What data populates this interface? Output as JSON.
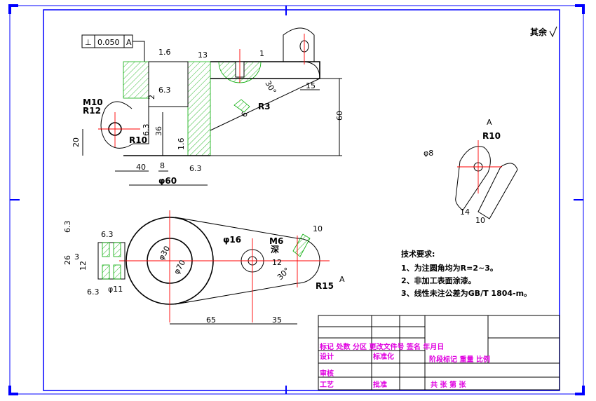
{
  "sheet": {
    "border_color": "#0000ff",
    "geometry_color": "#000000",
    "center_color": "#ff0000",
    "hatch_color": "#00aa00",
    "title_text_color": "#e000e0"
  },
  "surface_note": "其余",
  "tolerance_frame": {
    "symbol": "⊥",
    "value": "0.050",
    "datum": "A"
  },
  "front_view": {
    "roughness": [
      "1.6",
      "6.3",
      "6.3",
      "1.6",
      "6.3"
    ],
    "labels": {
      "m10": "M10",
      "r12": "R12",
      "r10": "R10",
      "r3": "R3"
    },
    "dims": {
      "d2": "2",
      "d36": "36",
      "d20": "20",
      "d40": "40",
      "d8": "8",
      "d60v": "60",
      "d15": "15",
      "d6": "6",
      "d30": "30°",
      "dia60": "φ60",
      "d1": "1",
      "d13": "13"
    }
  },
  "aux_view": {
    "datum": "A",
    "r10": "R10",
    "dia": "φ8",
    "d14": "14",
    "d10": "10"
  },
  "top_view": {
    "roughness": [
      "6.3",
      "6.3",
      "6.3"
    ],
    "dims": {
      "d26": "26",
      "d3": "3",
      "d12": "12",
      "dia11": "φ11",
      "dia16": "φ16",
      "m6": "M6",
      "thread": "深",
      "d12b": "12",
      "d30": "30°",
      "d10": "10",
      "r15": "R15",
      "datum": "A",
      "d65": "65",
      "d35": "35",
      "dia70": "φ70",
      "dia30": "φ30"
    }
  },
  "tech_req": {
    "title": "技术要求:",
    "items": [
      "1、为注圆角均为R=2~3。",
      "2、非加工表面涂漆。",
      "3、线性未注公差为GB/T 1804-m。"
    ]
  },
  "title_block": {
    "row_header": "标记 处数 分区 更改文件号 签名 年月日",
    "design": "设计",
    "standardize": "标准化",
    "stage": "阶段标记 重量 比例",
    "review": "审核",
    "process": "工艺",
    "approve": "批准",
    "sheets": "共    张 第    张"
  }
}
